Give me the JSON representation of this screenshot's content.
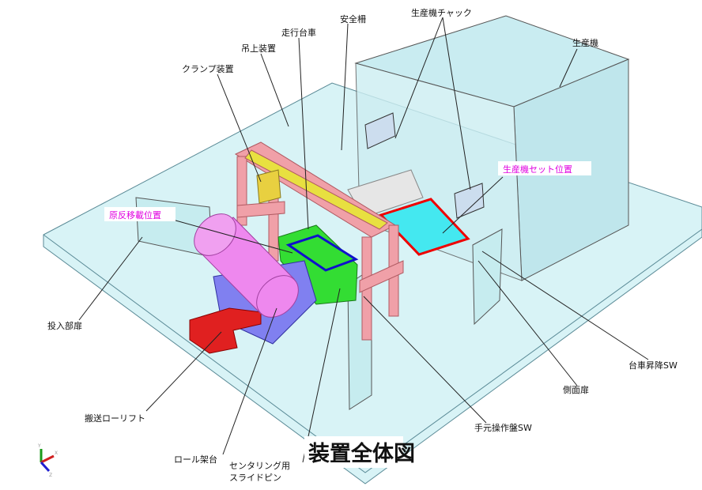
{
  "title": "装置全体図",
  "labels": {
    "chuck": "生産機チャック",
    "fence": "安全柵",
    "cart": "走行台車",
    "hoist": "吊上装置",
    "clamp": "クランプ装置",
    "machine": "生産機",
    "machine_set_pos": "生産機セット位置",
    "transfer_pos": "原反移載位置",
    "input_door": "投入部扉",
    "lift": "搬送ローリフト",
    "roll_stand": "ロール架台",
    "pin_line1": "センタリング用",
    "pin_line2": "スライドピン",
    "hand_panel": "手元操作盤SW",
    "side_door": "側面扉",
    "cart_sw": "台車昇降SW"
  },
  "axes": {
    "x": "X",
    "y": "Y",
    "z": "Z"
  },
  "colors": {
    "floor": "#d8f3f6",
    "highlight": "#e000e0",
    "frame": "#f0a0a8",
    "roll": "#ee88ee",
    "cart": "#33dd33"
  }
}
